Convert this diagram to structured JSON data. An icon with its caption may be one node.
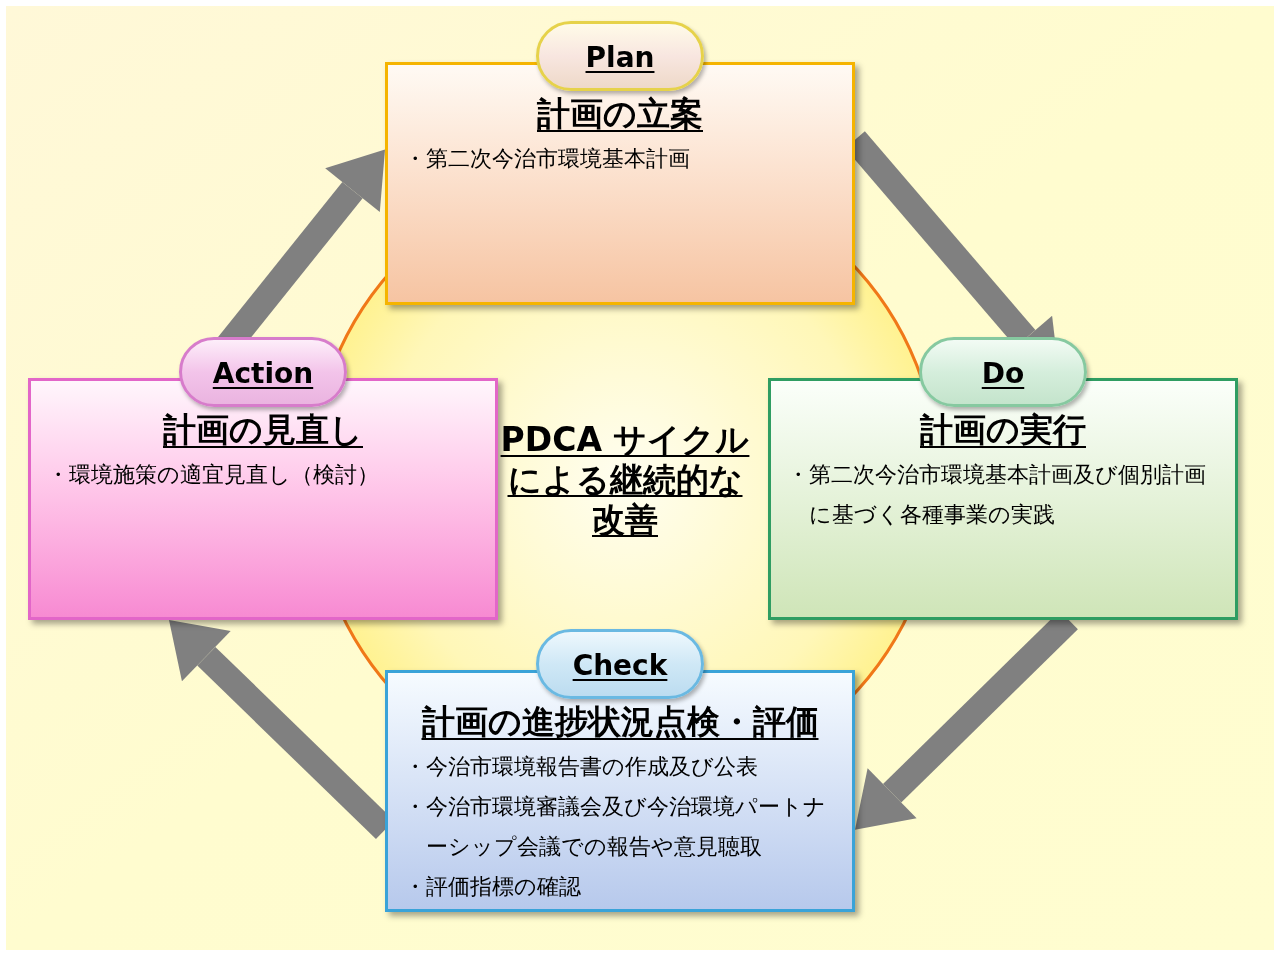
{
  "diagram": {
    "nodes": [
      {
        "text": [
          "Plan",
          "計画の立案",
          "・第二次今治市環境基本計画"
        ]
      },
      {
        "text": [
          "Action",
          "計画の見直し",
          "・環境施策の適宜見直し（検討）"
        ]
      },
      {
        "text": [
          "PDCA サイクルによる継続的な改善"
        ]
      },
      {
        "text": [
          "Do",
          "計画の実行",
          "・第二次今治市環境基本計画及び個別計画に基づく各種事業の実践"
        ]
      },
      {
        "text": [
          "Check",
          "計画の進捗状況点検・評価",
          "・今治市環境報告書の作成及び公表",
          "・今治市環境審議会及び今治環境パートナーシップ会議での報告や意見聴取",
          "・評価指標の確認"
        ]
      }
    ],
    "edges": [
      {
        "from": 1,
        "to": 0,
        "arrow": "to"
      },
      {
        "from": 0,
        "to": 3,
        "arrow": "to"
      },
      {
        "from": 3,
        "to": 4,
        "arrow": "to"
      },
      {
        "from": 4,
        "to": 1,
        "arrow": "to"
      }
    ]
  }
}
